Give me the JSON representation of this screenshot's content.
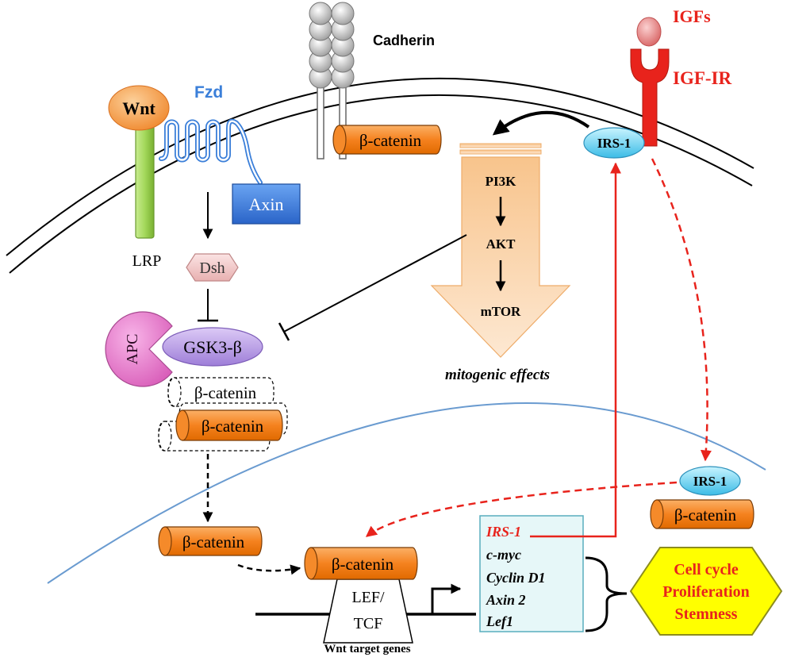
{
  "diagram": {
    "membrane": {
      "wnt": "Wnt",
      "fzd": "Fzd",
      "lrp": "LRP",
      "axin": "Axin",
      "cadherin": "Cadherin",
      "cadherin_beta_catenin": "β-catenin",
      "igfs": "IGFs",
      "igf_ir": "IGF-IR",
      "irs1": "IRS-1"
    },
    "cytoplasm": {
      "dsh": "Dsh",
      "apc": "APC",
      "gsk3b": "GSK3-β",
      "degraded_beta_catenin": "β-catenin",
      "complex_beta_catenin": "β-catenin",
      "free_beta_catenin": "β-catenin",
      "pi3k_steps": [
        "PI3K",
        "AKT",
        "mTOR"
      ],
      "pi3k_outcome": "mitogenic effects"
    },
    "nucleus": {
      "irs1": "IRS-1",
      "irs1_beta_catenin": "β-catenin",
      "tcf_beta_catenin": "β-catenin",
      "lef_tcf": [
        "LEF/",
        "TCF"
      ],
      "target_genes_caption": "Wnt target genes",
      "target_genes": [
        "IRS-1",
        "c-myc",
        "Cyclin D1",
        "Axin 2",
        "Lef1"
      ],
      "outcomes": [
        "Cell cycle",
        "Proliferation",
        "Stemness"
      ]
    }
  },
  "colors": {
    "beta_catenin": "#f5821f",
    "irs1": "#5ccbee",
    "igf_pathway_red": "#e8231c",
    "fzd_blue": "#3b7fd9",
    "axin_blue": "#2f6ccc",
    "nuclear_envelope": "#6a9bd0",
    "outcome_hexagon": "#ffff00",
    "gene_box": "#e6f7f8"
  }
}
